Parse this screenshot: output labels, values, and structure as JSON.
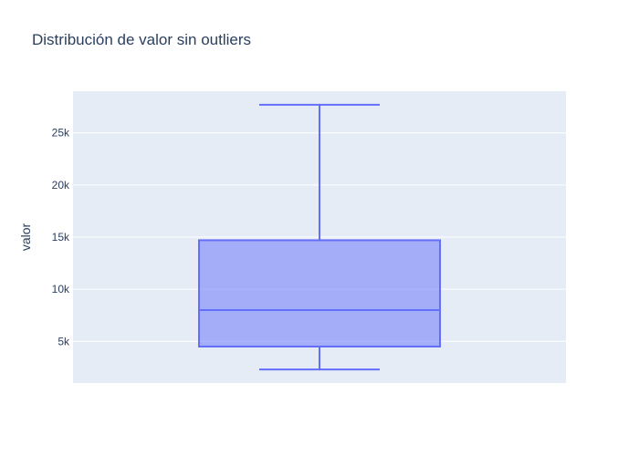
{
  "chart_data": {
    "type": "box",
    "title": "Distribución de valor sin outliers",
    "xlabel": "",
    "ylabel": "valor",
    "ylim": [
      1000,
      29000
    ],
    "y_ticks": [
      5000,
      10000,
      15000,
      20000,
      25000
    ],
    "y_tick_labels": [
      "5k",
      "10k",
      "15k",
      "20k",
      "25k"
    ],
    "grid": true,
    "box": {
      "min": 2300,
      "q1": 4500,
      "median": 8000,
      "q3": 14700,
      "max": 27700
    },
    "colors": {
      "plot_bg": "#e5ecf6",
      "box_stroke": "#636efa",
      "box_fill": "rgba(99,110,250,0.5)",
      "grid": "#ffffff",
      "text": "#2a3f5f"
    }
  }
}
